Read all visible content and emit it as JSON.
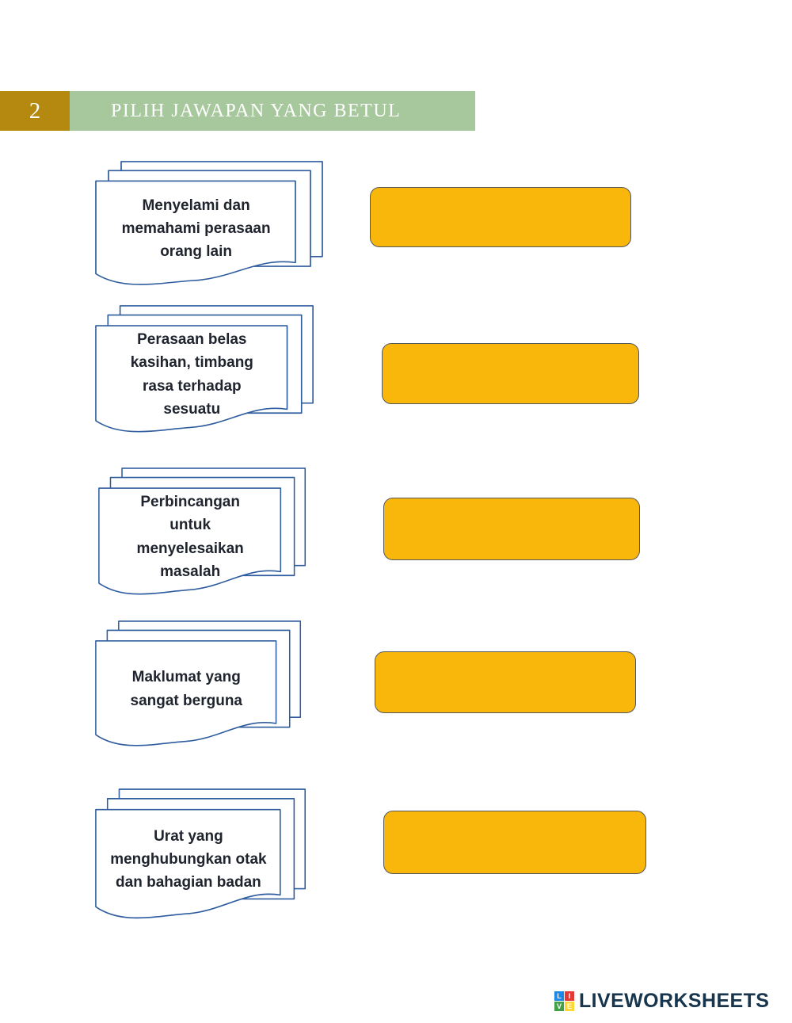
{
  "header": {
    "page_number": "2",
    "title": "PILIH JAWAPAN YANG BETUL"
  },
  "colors": {
    "header_number_bg": "#B5890F",
    "header_bar_bg": "#A7C89D",
    "card_border": "#2E5C9E",
    "answer_fill": "#F9B70C",
    "answer_border": "#53575C",
    "question_text": "#20242E",
    "brand_text": "#17354D"
  },
  "cards": [
    {
      "text": "Menyelami dan memahami perasaan orang lain"
    },
    {
      "text": "Perasaan belas kasihan, timbang rasa terhadap sesuatu"
    },
    {
      "text": "Perbincangan untuk menyelesaikan masalah"
    },
    {
      "text": "Maklumat yang sangat berguna"
    },
    {
      "text": "Urat yang menghubungkan otak dan bahagian badan"
    }
  ],
  "answer_boxes": [
    {
      "value": ""
    },
    {
      "value": ""
    },
    {
      "value": ""
    },
    {
      "value": ""
    },
    {
      "value": ""
    }
  ],
  "footer": {
    "brand": "LIVEWORKSHEETS",
    "logo_letters": [
      "L",
      "I",
      "V",
      "E"
    ]
  }
}
